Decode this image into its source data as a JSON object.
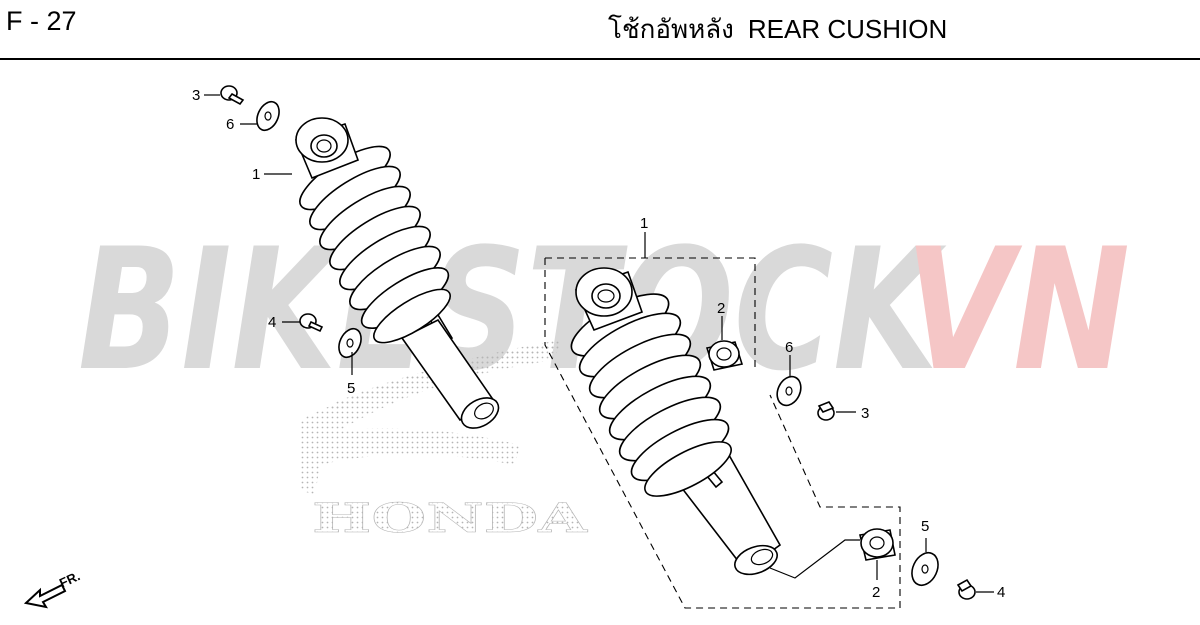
{
  "header": {
    "page_code": "F - 27",
    "title_th": "โช้กอัพหลัง",
    "title_en": "REAR CUSHION"
  },
  "watermark": {
    "text_main": "BIKESTOCK",
    "text_accent": "VN",
    "color_main": "#d9d9d9",
    "color_accent": "#f5c6c6"
  },
  "logo": {
    "brand_text": "HONDA"
  },
  "direction": {
    "label": "FR."
  },
  "callouts": {
    "left_shock": "1",
    "left_bolt_top": "3",
    "left_washer_top": "6",
    "left_bolt_bottom": "4",
    "left_washer_bottom": "5",
    "right_shock": "1",
    "right_bushing_top": "2",
    "right_washer_top": "6",
    "right_bolt_top": "3",
    "right_washer_bottom": "5",
    "right_bushing_bottom": "2",
    "right_bolt_bottom": "4"
  }
}
